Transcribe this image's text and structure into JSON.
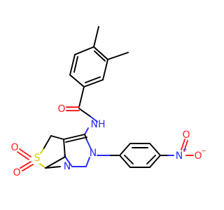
{
  "colors": {
    "carbon": "#000000",
    "nitrogen": "#2a2aff",
    "oxygen": "#ff1f1f",
    "sulfur": "#cccc00",
    "background": "#ffffff"
  },
  "atoms": {
    "amide_oxygen": "O",
    "amide_nh": "NH",
    "pyrazole_n2": "N",
    "pyrazole_n1": "N",
    "sulfone_s": "S",
    "sulfone_o_upper": "O",
    "sulfone_o_lower": "O",
    "nitro_n": "N",
    "nitro_n_charge": "+",
    "nitro_o_upper": "O",
    "nitro_o_right": "O",
    "nitro_o_charge": "−"
  }
}
